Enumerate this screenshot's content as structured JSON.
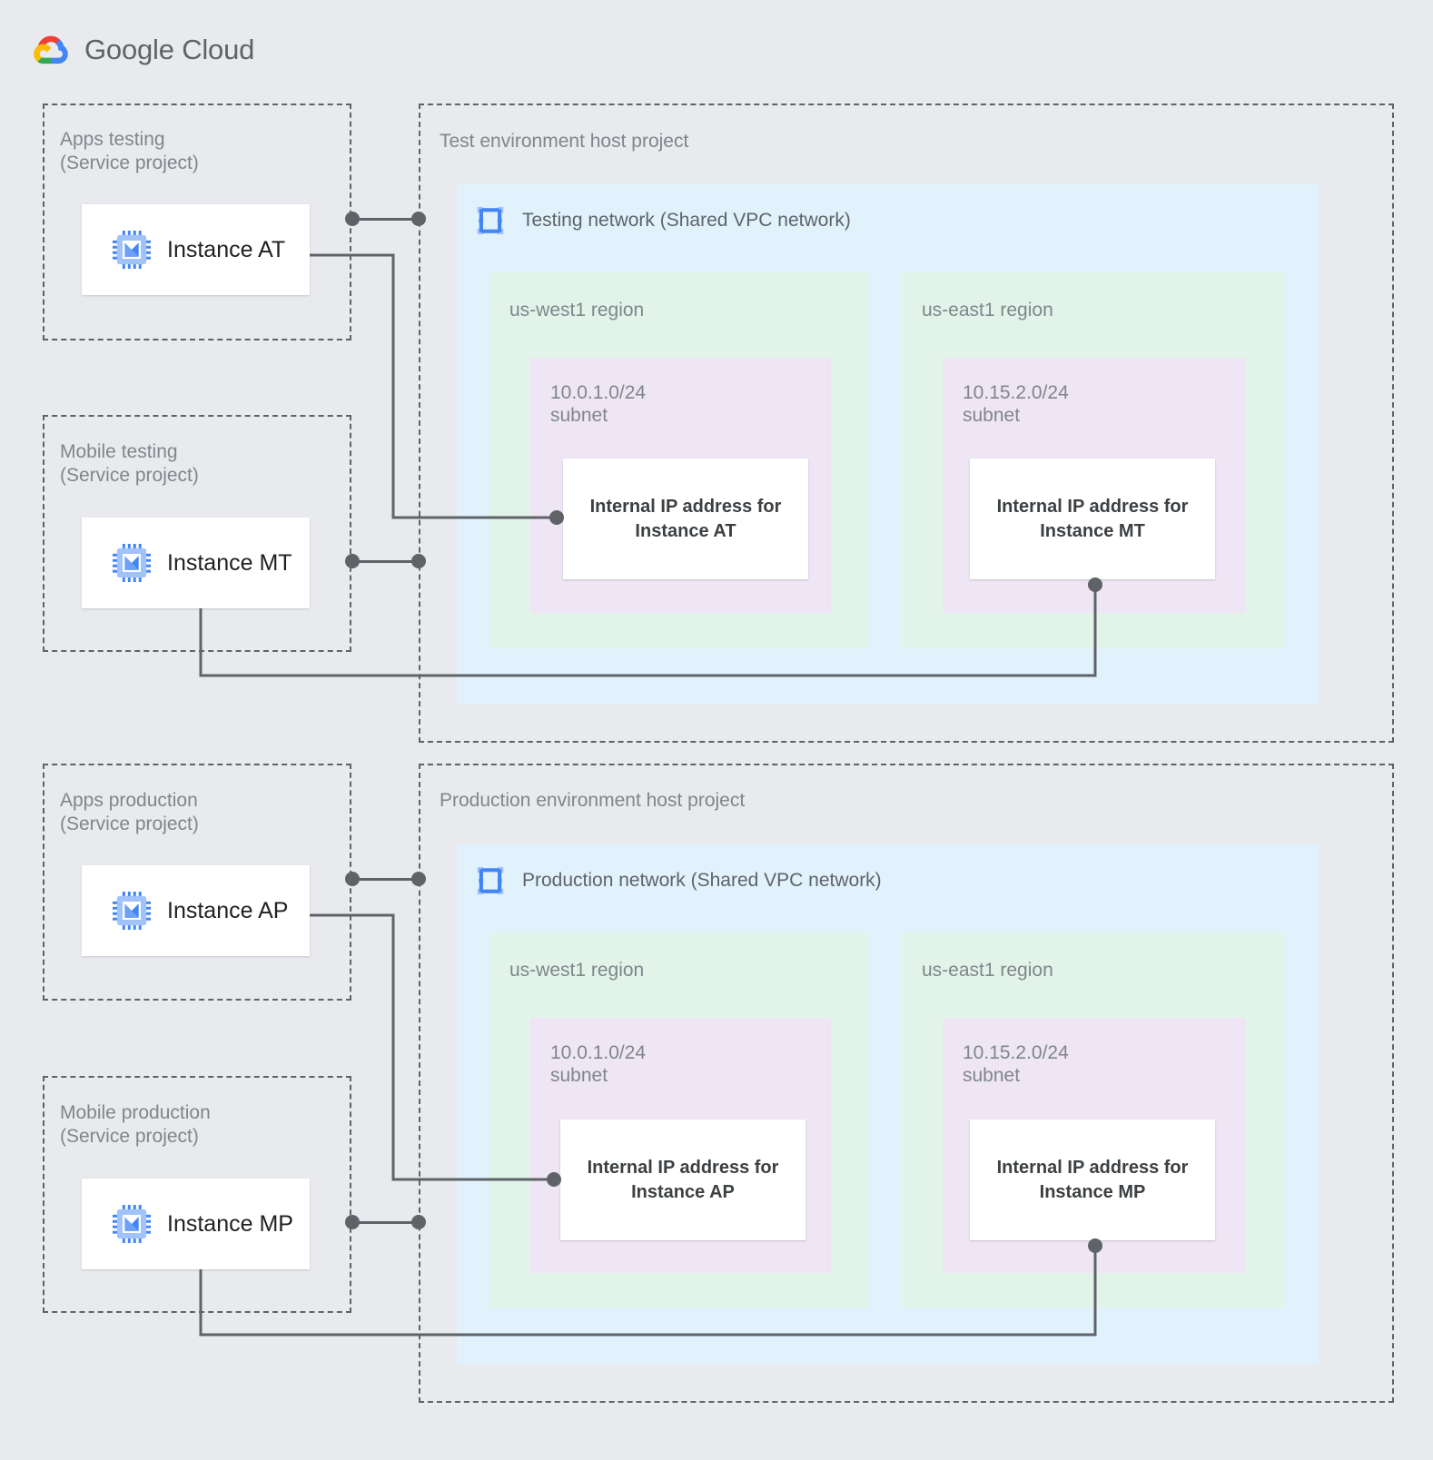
{
  "brand": {
    "name_bold": "Google",
    "name_light": "Cloud",
    "logo_icon": "google-cloud-logo"
  },
  "service_projects": [
    {
      "id": "apps-testing",
      "caption": "Apps testing\n(Service project)",
      "instance": "Instance AT",
      "icon": "vm-instance-icon"
    },
    {
      "id": "mobile-testing",
      "caption": "Mobile testing\n(Service project)",
      "instance": "Instance MT",
      "icon": "vm-instance-icon"
    },
    {
      "id": "apps-production",
      "caption": "Apps production\n(Service project)",
      "instance": "Instance AP",
      "icon": "vm-instance-icon"
    },
    {
      "id": "mobile-production",
      "caption": "Mobile production\n(Service project)",
      "instance": "Instance MP",
      "icon": "vm-instance-icon"
    }
  ],
  "host_projects": [
    {
      "id": "test-host",
      "caption": "Test environment host project",
      "network": {
        "title": "Testing network (Shared VPC network)",
        "icon": "vpc-network-icon",
        "regions": [
          {
            "label": "us-west1 region",
            "subnet": "10.0.1.0/24\nsubnet",
            "ip_card": "Internal IP address for\nInstance AT"
          },
          {
            "label": "us-east1 region",
            "subnet": "10.15.2.0/24\nsubnet",
            "ip_card": "Internal IP address for\nInstance MT"
          }
        ]
      }
    },
    {
      "id": "production-host",
      "caption": "Production environment host project",
      "network": {
        "title": "Production network (Shared VPC network)",
        "icon": "vpc-network-icon",
        "regions": [
          {
            "label": "us-west1 region",
            "subnet": "10.0.1.0/24\nsubnet",
            "ip_card": "Internal IP address for\nInstance AP"
          },
          {
            "label": "us-east1 region",
            "subnet": "10.15.2.0/24\nsubnet",
            "ip_card": "Internal IP address for\nInstance MP"
          }
        ]
      }
    }
  ],
  "colors": {
    "page_background": "#e8eaed",
    "vpc_network": "#e1f2fd",
    "region": "#e2f3ea",
    "subnet": "#eee5f5",
    "card": "#ffffff",
    "line": "#5f6368",
    "text_muted": "#80868b",
    "text_strong": "#3c4043",
    "icon_blue": "#4285f4",
    "icon_blue_light": "#a1c2fa"
  }
}
